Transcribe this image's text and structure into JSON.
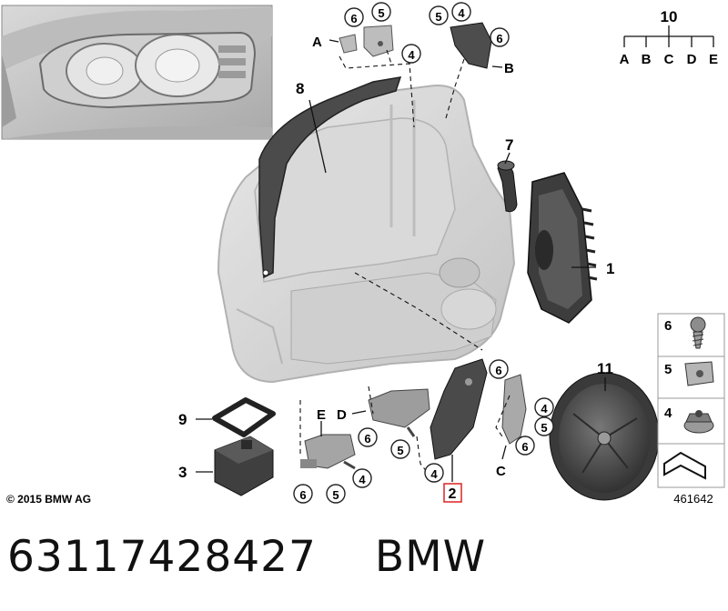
{
  "diagram": {
    "copyright": "© 2015 BMW AG",
    "reference_number": "461642",
    "highlighted_part": "2",
    "part_labels": [
      "1",
      "2",
      "3",
      "7",
      "8",
      "9",
      "10",
      "11"
    ],
    "kit_labels": [
      "A",
      "B",
      "C",
      "D",
      "E"
    ],
    "fastener_legend": [
      {
        "number": "6",
        "icon": "screw-icon"
      },
      {
        "number": "5",
        "icon": "clip-nut-icon"
      },
      {
        "number": "4",
        "icon": "nut-with-washer-icon"
      }
    ]
  },
  "footer": {
    "part_number": "63117428427",
    "brand": "BMW"
  }
}
